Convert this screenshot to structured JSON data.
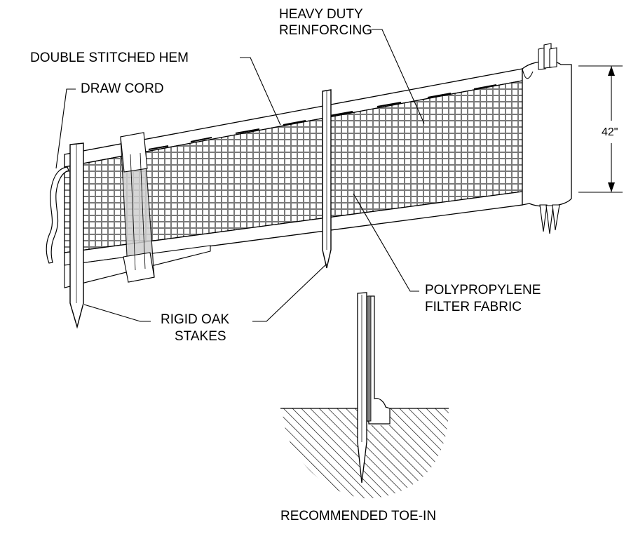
{
  "labels": {
    "heavy_duty_1": "HEAVY DUTY",
    "heavy_duty_2": "REINFORCING",
    "hem": "DOUBLE STITCHED HEM",
    "draw_cord": "DRAW CORD",
    "height": "42\"",
    "fabric_1": "POLYPROPYLENE",
    "fabric_2": "FILTER FABRIC",
    "stakes_1": "RIGID OAK",
    "stakes_2": "STAKES",
    "toe_in": "RECOMMENDED TOE-IN"
  }
}
